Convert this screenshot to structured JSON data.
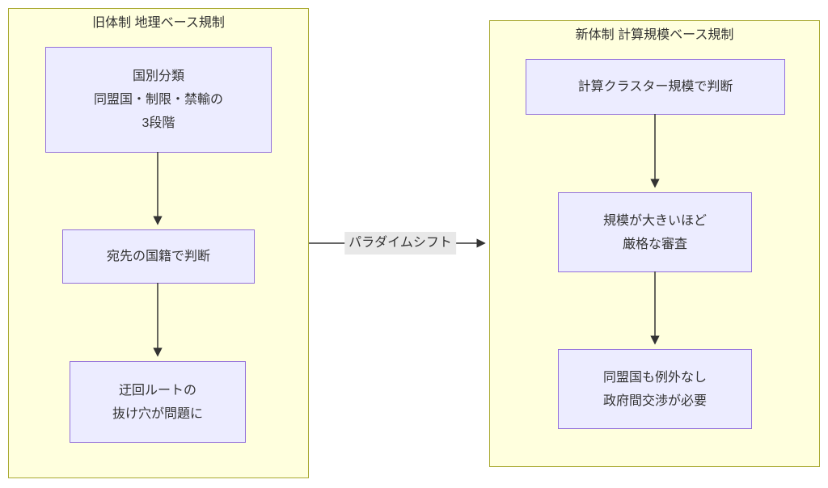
{
  "diagram": {
    "type": "flowchart",
    "direction": "top-to-bottom within clusters, left-to-right between clusters",
    "clusters": [
      {
        "id": "old-system",
        "title": "旧体制 地理ベース規制",
        "nodes": [
          {
            "id": "A",
            "label": "国別分類\n同盟国・制限・禁輸の\n3段階"
          },
          {
            "id": "B",
            "label": "宛先の国籍で判断"
          },
          {
            "id": "C",
            "label": "迂回ルートの\n抜け穴が問題に"
          }
        ]
      },
      {
        "id": "new-system",
        "title": "新体制 計算規模ベース規制",
        "nodes": [
          {
            "id": "D",
            "label": "計算クラスター規模で判断"
          },
          {
            "id": "E",
            "label": "規模が大きいほど\n厳格な審査"
          },
          {
            "id": "F",
            "label": "同盟国も例外なし\n政府間交渉が必要"
          }
        ]
      }
    ],
    "edges": [
      {
        "from": "A",
        "to": "B",
        "label": ""
      },
      {
        "from": "B",
        "to": "C",
        "label": ""
      },
      {
        "from": "old-system",
        "to": "new-system",
        "label": "パラダイムシフト"
      },
      {
        "from": "D",
        "to": "E",
        "label": ""
      },
      {
        "from": "E",
        "to": "F",
        "label": ""
      }
    ],
    "colors": {
      "cluster_fill": "#ffffde",
      "cluster_border": "#aaaa33",
      "node_fill": "#ececff",
      "node_border": "#9370db",
      "edge": "#333333",
      "edge_label_bg": "#e8e8e8",
      "text": "#333333"
    }
  }
}
